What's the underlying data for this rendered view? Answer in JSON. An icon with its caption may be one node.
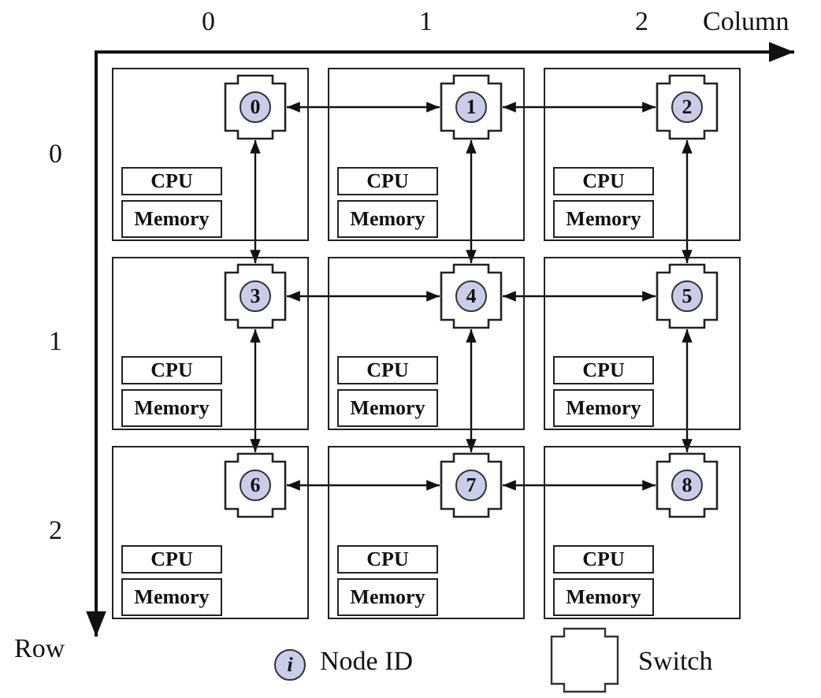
{
  "diagram": {
    "nodes": [
      {
        "text": [],
        "shape": "box"
      },
      {
        "text": [
          "0"
        ],
        "in": 0
      },
      {
        "text": [
          "CPU"
        ],
        "in": 0
      },
      {
        "text": [
          "Memory"
        ],
        "in": 0
      },
      {
        "text": [],
        "shape": "box"
      },
      {
        "text": [
          "1"
        ],
        "in": 4
      },
      {
        "text": [
          "CPU"
        ],
        "in": 4
      },
      {
        "text": [
          "Memory"
        ],
        "in": 4
      },
      {
        "text": [],
        "shape": "box"
      },
      {
        "text": [
          "2"
        ],
        "in": 8
      },
      {
        "text": [
          "CPU"
        ],
        "in": 8
      },
      {
        "text": [
          "Memory"
        ],
        "in": 8
      },
      {
        "text": [],
        "shape": "box"
      },
      {
        "text": [
          "3"
        ],
        "in": 12
      },
      {
        "text": [
          "CPU"
        ],
        "in": 12
      },
      {
        "text": [
          "Memory"
        ],
        "in": 12
      },
      {
        "text": [],
        "shape": "box"
      },
      {
        "text": [
          "4"
        ],
        "in": 16
      },
      {
        "text": [
          "CPU"
        ],
        "in": 16
      },
      {
        "text": [
          "Memory"
        ],
        "in": 16
      },
      {
        "text": [],
        "shape": "box"
      },
      {
        "text": [
          "5"
        ],
        "in": 20
      },
      {
        "text": [
          "CPU"
        ],
        "in": 20
      },
      {
        "text": [
          "Memory"
        ],
        "in": 20
      },
      {
        "text": [],
        "shape": "box"
      },
      {
        "text": [
          "6"
        ],
        "in": 24
      },
      {
        "text": [
          "CPU"
        ],
        "in": 24
      },
      {
        "text": [
          "Memory"
        ],
        "in": 24
      },
      {
        "text": [],
        "shape": "box"
      },
      {
        "text": [
          "7"
        ],
        "in": 28
      },
      {
        "text": [
          "CPU"
        ],
        "in": 28
      },
      {
        "text": [
          "Memory"
        ],
        "in": 28
      },
      {
        "text": [],
        "shape": "box"
      },
      {
        "text": [
          "8"
        ],
        "in": 32
      },
      {
        "text": [
          "CPU"
        ],
        "in": 32
      },
      {
        "text": [
          "Memory"
        ],
        "in": 32
      }
    ],
    "edges": [
      {
        "from": 1,
        "to": 5,
        "arrow": "both"
      },
      {
        "from": 5,
        "to": 9,
        "arrow": "both"
      },
      {
        "from": 1,
        "to": 13,
        "arrow": "both"
      },
      {
        "from": 5,
        "to": 17,
        "arrow": "both"
      },
      {
        "from": 9,
        "to": 21,
        "arrow": "both"
      },
      {
        "from": 13,
        "to": 17,
        "arrow": "both"
      },
      {
        "from": 17,
        "to": 21,
        "arrow": "both"
      },
      {
        "from": 13,
        "to": 25,
        "arrow": "both"
      },
      {
        "from": 17,
        "to": 29,
        "arrow": "both"
      },
      {
        "from": 21,
        "to": 33,
        "arrow": "both"
      },
      {
        "from": 25,
        "to": 29,
        "arrow": "both"
      },
      {
        "from": 29,
        "to": 33,
        "arrow": "both"
      }
    ],
    "labels": [
      "0",
      "1",
      "2",
      "Column",
      "0",
      "1",
      "2",
      "Row",
      "i"
    ],
    "legend": [
      {
        "text": "Node ID"
      },
      {
        "text": "Switch"
      }
    ]
  }
}
